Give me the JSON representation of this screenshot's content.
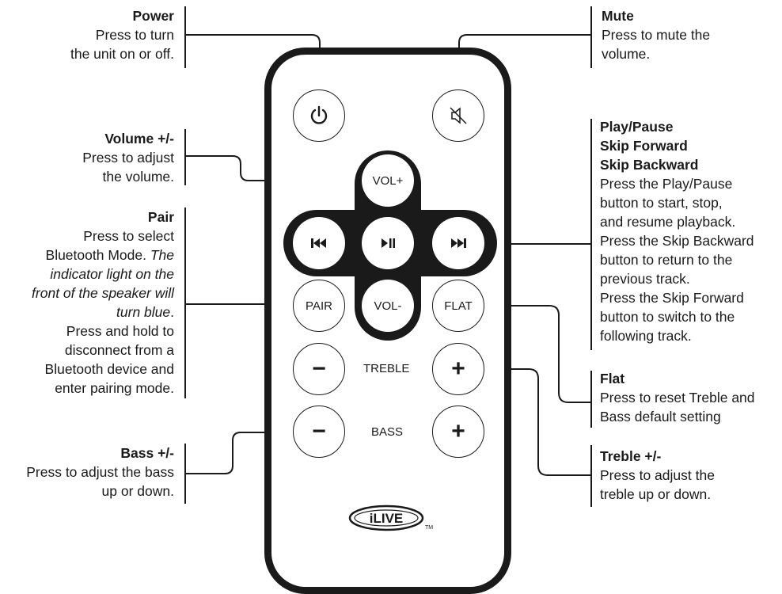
{
  "labels": {
    "power": {
      "title": "Power",
      "lines": [
        "Press to turn",
        "the unit on or off."
      ]
    },
    "mute": {
      "title": "Mute",
      "lines": [
        "Press to mute the",
        "volume."
      ]
    },
    "volume": {
      "title": "Volume +/-",
      "lines": [
        "Press to adjust",
        "the volume."
      ]
    },
    "pair": {
      "title": "Pair",
      "line1": "Press to select",
      "line2a": "Bluetooth Mode.",
      "line2b": " The",
      "italic": [
        "indicator light on the",
        "front of the speaker will",
        "turn blue"
      ],
      "italic_tail": ".",
      "lines": [
        "Press and hold to",
        "disconnect from a",
        "Bluetooth device and",
        "enter pairing mode."
      ]
    },
    "bass": {
      "title": "Bass +/-",
      "lines": [
        "Press to adjust the bass",
        "up or down."
      ]
    },
    "playpause": {
      "titles": [
        "Play/Pause",
        "Skip Forward",
        "Skip Backward"
      ],
      "lines": [
        "Press the Play/Pause",
        "button to start, stop,",
        "and resume playback.",
        "Press the Skip Backward",
        "button to return to the",
        "previous track.",
        "Press the Skip Forward",
        "button to switch to the",
        "following track."
      ]
    },
    "flat": {
      "title": "Flat",
      "lines": [
        "Press to reset Treble and",
        "Bass default setting"
      ]
    },
    "treble": {
      "title": "Treble +/-",
      "lines": [
        "Press to adjust the",
        "treble up or down."
      ]
    }
  },
  "remote": {
    "vol_plus": "VOL+",
    "vol_minus": "VOL-",
    "pair": "PAIR",
    "flat": "FLAT",
    "treble": "TREBLE",
    "bass": "BASS",
    "minus": "−",
    "plus": "+",
    "logo": "iLIVE",
    "tm": "TM"
  },
  "icons": {
    "power": "power-icon",
    "mute": "speaker-mute-icon",
    "prev": "skip-backward-icon",
    "play": "play-pause-icon",
    "next": "skip-forward-icon"
  }
}
